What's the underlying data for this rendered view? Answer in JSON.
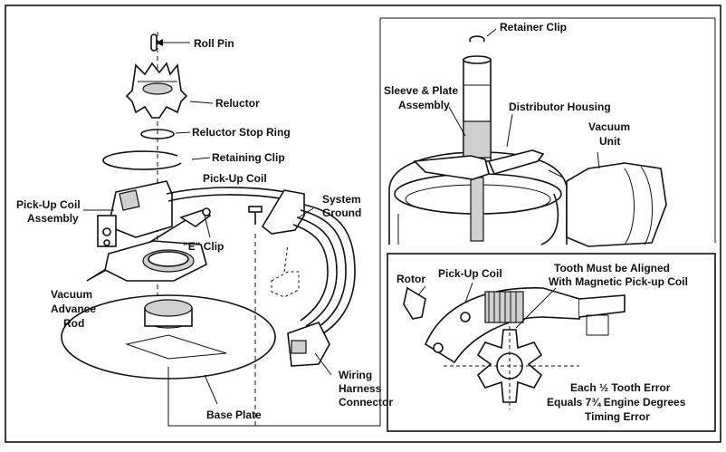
{
  "labels": {
    "roll_pin": "Roll Pin",
    "reluctor": "Reluctor",
    "reluctor_stop_ring": "Reluctor Stop Ring",
    "retaining_clip": "Retaining Clip",
    "pick_up_coil": "Pick-Up Coil",
    "pick_up_coil_assembly_1": "Pick-Up Coil",
    "pick_up_coil_assembly_2": "Assembly",
    "system_ground_1": "System",
    "system_ground_2": "Ground",
    "e_clip": "\"E\" Clip",
    "vacuum_advance_1": "Vacuum",
    "vacuum_advance_2": "Advance",
    "vacuum_advance_3": "Rod",
    "wiring_1": "Wiring",
    "wiring_2": "Harness",
    "wiring_3": "Connector",
    "base_plate": "Base Plate",
    "retainer_clip": "Retainer Clip",
    "sleeve_1": "Sleeve & Plate",
    "sleeve_2": "Assembly",
    "distributor_housing": "Distributor Housing",
    "vacuum_unit_1": "Vacuum",
    "vacuum_unit_2": "Unit",
    "rotor": "Rotor",
    "inset_pick_up_coil": "Pick-Up Coil",
    "tooth_aligned_1": "Tooth Must be Aligned",
    "tooth_aligned_2": "With Magnetic Pick-up Coil",
    "error_1": "Each ½ Tooth Error",
    "error_2": "Equals 7¾ Engine Degrees",
    "error_3": "Timing Error"
  }
}
